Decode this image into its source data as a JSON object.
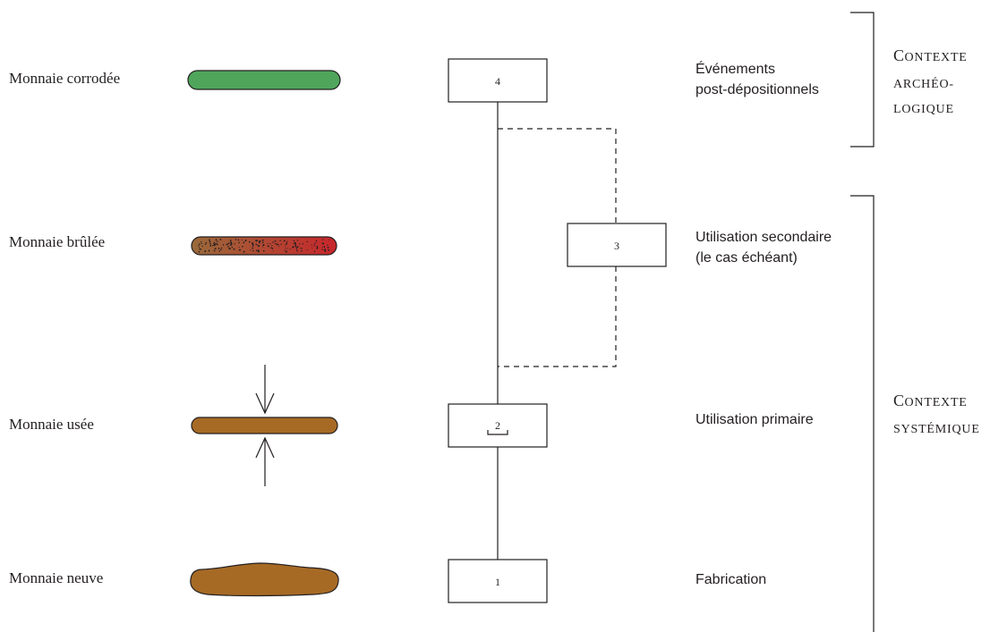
{
  "coins": [
    {
      "label": "Monnaie corrodée",
      "color": "#4fa65b",
      "icon": "corroded-coin-icon"
    },
    {
      "label": "Monnaie brûlée",
      "color_start": "#9a6a3a",
      "color_end": "#c8262b",
      "icon": "burned-coin-icon"
    },
    {
      "label": "Monnaie usée",
      "color": "#a66a25",
      "icon": "worn-coin-icon"
    },
    {
      "label": "Monnaie neuve",
      "color": "#a66a25",
      "icon": "new-coin-icon"
    }
  ],
  "stages": [
    {
      "num": "4",
      "lines": [
        "Événements",
        "post-dépositionnels"
      ]
    },
    {
      "num": "3",
      "lines": [
        "Utilisation secondaire",
        "(le cas échéant)"
      ]
    },
    {
      "num": "2",
      "lines": [
        "Utilisation primaire"
      ]
    },
    {
      "num": "1",
      "lines": [
        "Fabrication"
      ]
    }
  ],
  "contexts": {
    "archeo": [
      {
        "initial": "C",
        "rest": "ONTEXTE"
      },
      {
        "initial": "",
        "rest": "ARCHÉO-"
      },
      {
        "initial": "",
        "rest": "LOGIQUE"
      }
    ],
    "systemic": [
      {
        "initial": "C",
        "rest": "ONTEXTE"
      },
      {
        "initial": "",
        "rest": "SYSTÉMIQUE"
      }
    ]
  }
}
